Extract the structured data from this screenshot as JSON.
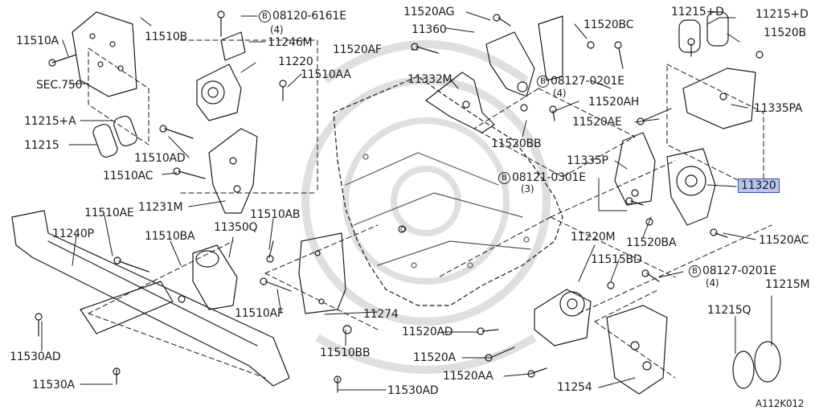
{
  "highlight_color": "#b9c4ee",
  "watermark": "emblem-watermark",
  "parts": {
    "p11510A": "11510A",
    "p11510B": "11510B",
    "sec750": "SEC.750",
    "p11215A": "11215+A",
    "p11215": "11215",
    "p08120": "08120-6161E",
    "p08120_qty": "(4)",
    "p11246M": "11246M",
    "p11220": "11220",
    "p11510AA": "11510AA",
    "p11510AD": "11510AD",
    "p11510AC": "11510AC",
    "p11231M": "11231M",
    "p11520AG": "11520AG",
    "p11360": "11360",
    "p11520AF": "11520AF",
    "p11332M": "11332M",
    "p11520BC": "11520BC",
    "p08127a": "08127-0201E",
    "p08127a_qty": "(4)",
    "p11520AH": "11520AH",
    "p11520AE": "11520AE",
    "p11520BB": "11520BB",
    "p11215D1": "11215+D",
    "p11215D2": "11215+D",
    "p11520B": "11520B",
    "p11335PA": "11335PA",
    "p11335P": "11335P",
    "p08121": "08121-0301E",
    "p08121_qty": "(3)",
    "p11320": "11320",
    "p11520BA": "11520BA",
    "p11520AC": "11520AC",
    "p11510AE": "11510AE",
    "p11240P": "11240P",
    "p11510BA": "11510BA",
    "p11510AB": "11510AB",
    "p11350Q": "11350Q",
    "p11510AF": "11510AF",
    "p11274": "11274",
    "p11510BB": "11510BB",
    "p11530AD_left": "11530AD",
    "p11530A": "11530A",
    "p11530AD_bottom": "11530AD",
    "p11220M": "11220M",
    "p11515BD": "11515BD",
    "p08127b": "08127-0201E",
    "p08127b_qty": "(4)",
    "p11215M": "11215M",
    "p11215Q": "11215Q",
    "p11520AD": "11520AD",
    "p11520A": "11520A",
    "p11520AA": "11520AA",
    "p11254": "11254",
    "figure_code": "A112K012"
  }
}
